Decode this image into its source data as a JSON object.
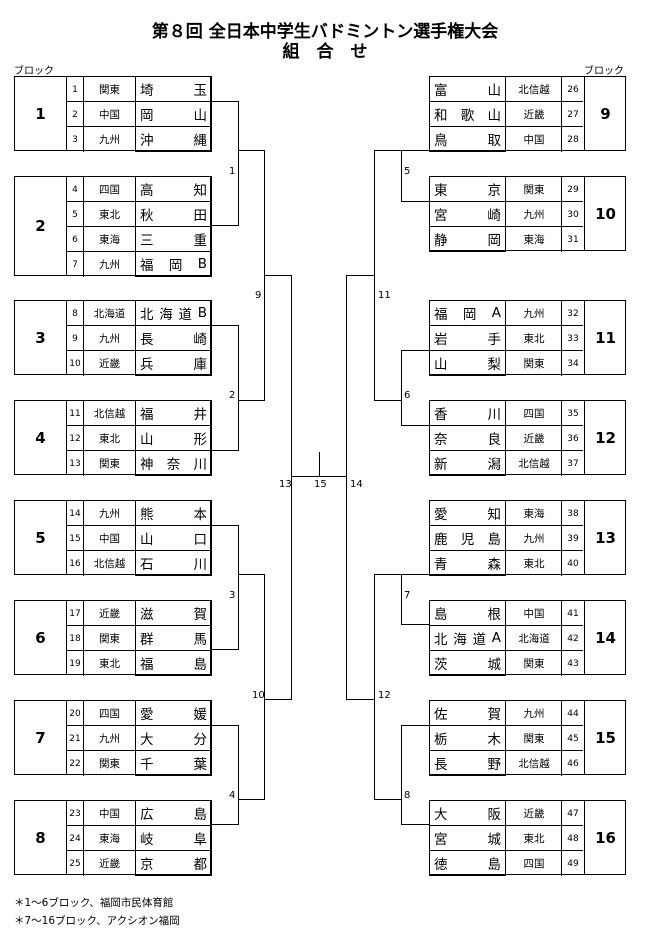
{
  "title": "第８回 全日本中学生バドミントン選手権大会",
  "subtitle": "組　合　せ",
  "block_label": "ブロック",
  "left_blocks": [
    {
      "block": "1",
      "teams": [
        {
          "no": "1",
          "region": "関東",
          "pref": "埼玉"
        },
        {
          "no": "2",
          "region": "中国",
          "pref": "岡山"
        },
        {
          "no": "3",
          "region": "九州",
          "pref": "沖縄"
        }
      ]
    },
    {
      "block": "2",
      "teams": [
        {
          "no": "4",
          "region": "四国",
          "pref": "高知"
        },
        {
          "no": "5",
          "region": "東北",
          "pref": "秋田"
        },
        {
          "no": "6",
          "region": "東海",
          "pref": "三重"
        },
        {
          "no": "7",
          "region": "九州",
          "pref": "福岡B"
        }
      ]
    },
    {
      "block": "3",
      "teams": [
        {
          "no": "8",
          "region": "北海道",
          "pref": "北海道B"
        },
        {
          "no": "9",
          "region": "九州",
          "pref": "長崎"
        },
        {
          "no": "10",
          "region": "近畿",
          "pref": "兵庫"
        }
      ]
    },
    {
      "block": "4",
      "teams": [
        {
          "no": "11",
          "region": "北信越",
          "pref": "福井"
        },
        {
          "no": "12",
          "region": "東北",
          "pref": "山形"
        },
        {
          "no": "13",
          "region": "関東",
          "pref": "神奈川"
        }
      ]
    },
    {
      "block": "5",
      "teams": [
        {
          "no": "14",
          "region": "九州",
          "pref": "熊本"
        },
        {
          "no": "15",
          "region": "中国",
          "pref": "山口"
        },
        {
          "no": "16",
          "region": "北信越",
          "pref": "石川"
        }
      ]
    },
    {
      "block": "6",
      "teams": [
        {
          "no": "17",
          "region": "近畿",
          "pref": "滋賀"
        },
        {
          "no": "18",
          "region": "関東",
          "pref": "群馬"
        },
        {
          "no": "19",
          "region": "東北",
          "pref": "福島"
        }
      ]
    },
    {
      "block": "7",
      "teams": [
        {
          "no": "20",
          "region": "四国",
          "pref": "愛媛"
        },
        {
          "no": "21",
          "region": "九州",
          "pref": "大分"
        },
        {
          "no": "22",
          "region": "関東",
          "pref": "千葉"
        }
      ]
    },
    {
      "block": "8",
      "teams": [
        {
          "no": "23",
          "region": "中国",
          "pref": "広島"
        },
        {
          "no": "24",
          "region": "東海",
          "pref": "岐阜"
        },
        {
          "no": "25",
          "region": "近畿",
          "pref": "京都"
        }
      ]
    }
  ],
  "right_blocks": [
    {
      "block": "9",
      "teams": [
        {
          "no": "26",
          "region": "北信越",
          "pref": "富山"
        },
        {
          "no": "27",
          "region": "近畿",
          "pref": "和歌山"
        },
        {
          "no": "28",
          "region": "中国",
          "pref": "鳥取"
        }
      ]
    },
    {
      "block": "10",
      "teams": [
        {
          "no": "29",
          "region": "関東",
          "pref": "東京"
        },
        {
          "no": "30",
          "region": "九州",
          "pref": "宮崎"
        },
        {
          "no": "31",
          "region": "東海",
          "pref": "静岡"
        }
      ]
    },
    {
      "block": "11",
      "teams": [
        {
          "no": "32",
          "region": "九州",
          "pref": "福岡A"
        },
        {
          "no": "33",
          "region": "東北",
          "pref": "岩手"
        },
        {
          "no": "34",
          "region": "関東",
          "pref": "山梨"
        }
      ]
    },
    {
      "block": "12",
      "teams": [
        {
          "no": "35",
          "region": "四国",
          "pref": "香川"
        },
        {
          "no": "36",
          "region": "近畿",
          "pref": "奈良"
        },
        {
          "no": "37",
          "region": "北信越",
          "pref": "新潟"
        }
      ]
    },
    {
      "block": "13",
      "teams": [
        {
          "no": "38",
          "region": "東海",
          "pref": "愛知"
        },
        {
          "no": "39",
          "region": "九州",
          "pref": "鹿児島"
        },
        {
          "no": "40",
          "region": "東北",
          "pref": "青森"
        }
      ]
    },
    {
      "block": "14",
      "teams": [
        {
          "no": "41",
          "region": "中国",
          "pref": "島根"
        },
        {
          "no": "42",
          "region": "北海道",
          "pref": "北海道A"
        },
        {
          "no": "43",
          "region": "関東",
          "pref": "茨城"
        }
      ]
    },
    {
      "block": "15",
      "teams": [
        {
          "no": "44",
          "region": "九州",
          "pref": "佐賀"
        },
        {
          "no": "45",
          "region": "関東",
          "pref": "栃木"
        },
        {
          "no": "46",
          "region": "北信越",
          "pref": "長野"
        }
      ]
    },
    {
      "block": "16",
      "teams": [
        {
          "no": "47",
          "region": "近畿",
          "pref": "大阪"
        },
        {
          "no": "48",
          "region": "東北",
          "pref": "宮城"
        },
        {
          "no": "49",
          "region": "四国",
          "pref": "徳島"
        }
      ]
    }
  ],
  "rounds": {
    "r1": "1",
    "r2": "2",
    "r3": "3",
    "r4": "4",
    "r5": "5",
    "r6": "6",
    "r7": "7",
    "r8": "8",
    "r9": "9",
    "r10": "10",
    "r11": "11",
    "r12": "12",
    "r13": "13",
    "r14": "14",
    "r15": "15"
  },
  "notes": [
    "＊1～6ブロック、福岡市民体育館",
    "＊7～16ブロック、アクシオン福岡"
  ]
}
